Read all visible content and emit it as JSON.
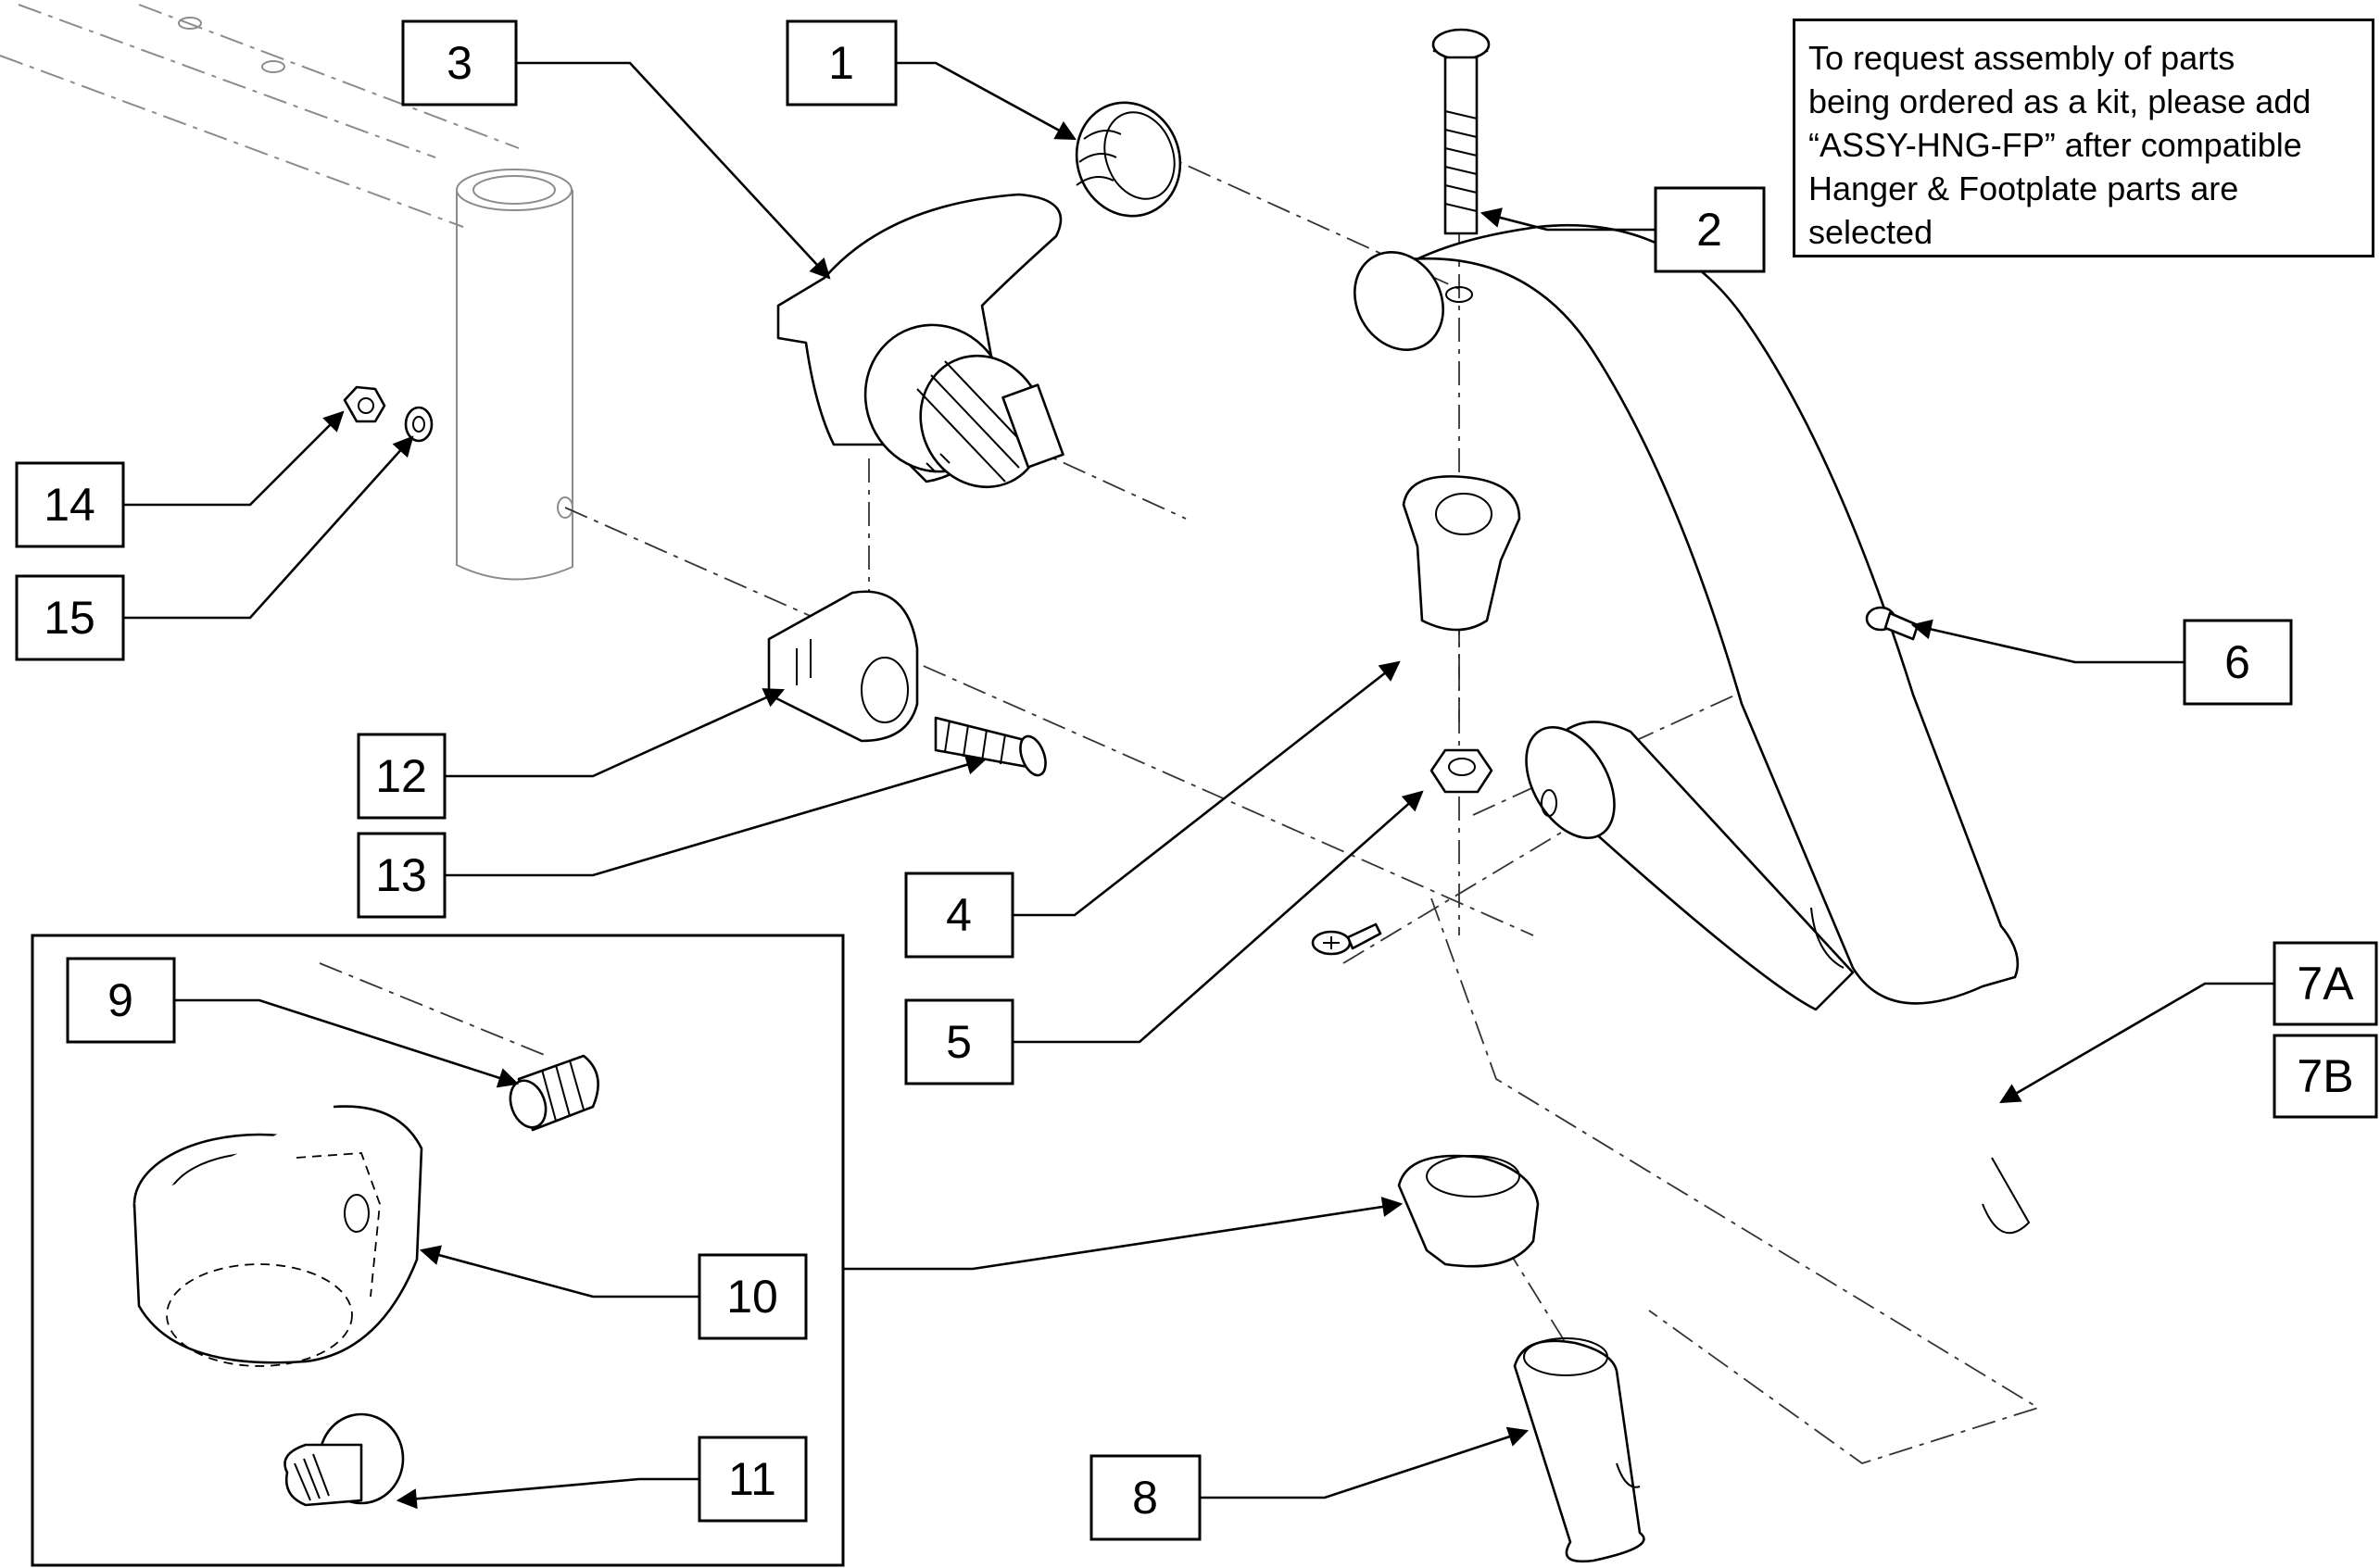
{
  "note": {
    "text": "To request assembly of parts\nbeing ordered as a kit, please add\n“ASSY-HNG-FP” after compatible\nHanger & Footplate parts are\nselected"
  },
  "callouts": {
    "c1": "1",
    "c2": "2",
    "c3": "3",
    "c4": "4",
    "c5": "5",
    "c6": "6",
    "c7a": "7A",
    "c7b": "7B",
    "c8": "8",
    "c9": "9",
    "c10": "10",
    "c11": "11",
    "c12": "12",
    "c13": "13",
    "c14": "14",
    "c15": "15"
  }
}
